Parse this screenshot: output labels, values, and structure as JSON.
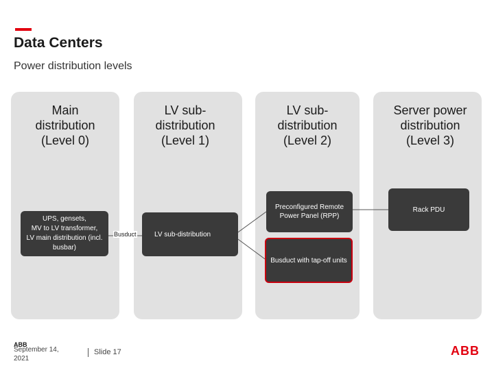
{
  "header": {
    "title": "Data Centers",
    "subtitle": "Power distribution levels",
    "accent_color": "#e2000f"
  },
  "columns": [
    {
      "heading": "Main\ndistribution\n(Level 0)"
    },
    {
      "heading": "LV sub-\ndistribution\n(Level 1)"
    },
    {
      "heading": "LV sub-\ndistribution\n(Level 2)"
    },
    {
      "heading": "Server power\ndistribution\n(Level 3)"
    }
  ],
  "boxes": {
    "ups": {
      "line1": "UPS, gensets,",
      "line2": "MV to LV transformer,",
      "line3": "LV main distribution (incl. busbar)"
    },
    "lv_sub": "LV sub-distribution",
    "rpp": "Preconfigured Remote Power Panel (RPP)",
    "busduct_tap": "Busduct with tap-off units",
    "rack_pdu": "Rack PDU"
  },
  "connector_label": "Busduct",
  "footer": {
    "logo_small": "ABB",
    "date": "September 14, 2021",
    "slide": "Slide 17",
    "logo": "ABB"
  },
  "colors": {
    "column_bg": "#e1e1e1",
    "box_bg": "#3a3a3a",
    "highlight_border": "#c8000f",
    "brand_red": "#e2000f"
  }
}
